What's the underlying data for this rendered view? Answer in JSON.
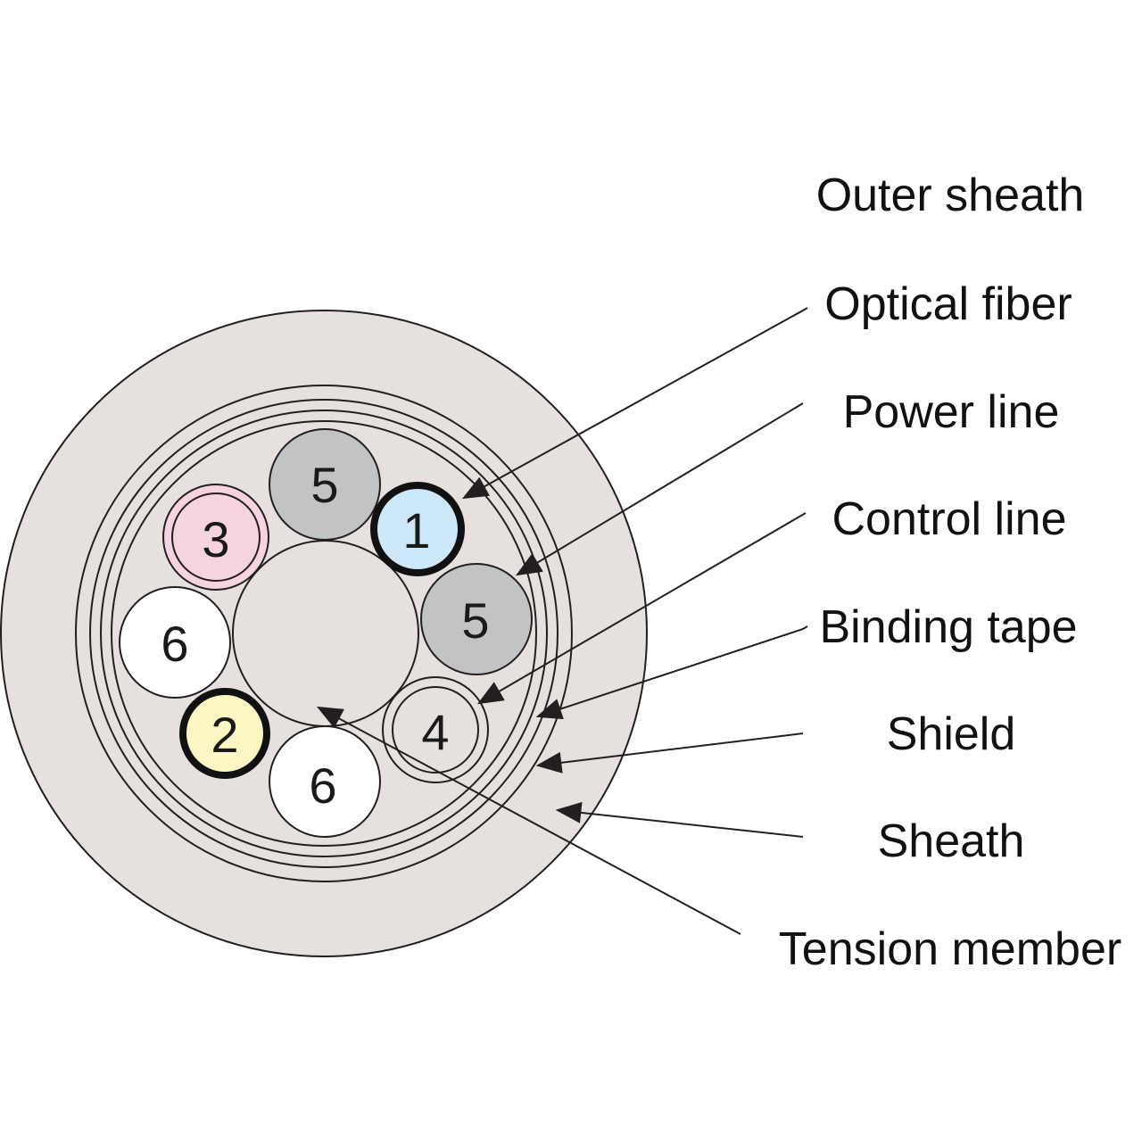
{
  "colors": {
    "sheath_fill": "#e6e1df",
    "outline": "#231f20",
    "optical_fiber": "#cde9f9",
    "power_line": "#c2c3c5",
    "control_line": "#e6e1df",
    "core_3": "#f6d3e1",
    "core_2": "#fbf6c3",
    "core_6": "#ffffff",
    "background": "#ffffff"
  },
  "cores": [
    {
      "id": "core-5-top",
      "number": "5",
      "type": "power_line"
    },
    {
      "id": "core-1",
      "number": "1",
      "type": "optical_fiber"
    },
    {
      "id": "core-5-right",
      "number": "5",
      "type": "power_line"
    },
    {
      "id": "core-4",
      "number": "4",
      "type": "control_line"
    },
    {
      "id": "core-6-bottom",
      "number": "6",
      "type": "white"
    },
    {
      "id": "core-2",
      "number": "2",
      "type": "yellow"
    },
    {
      "id": "core-6-left",
      "number": "6",
      "type": "white"
    },
    {
      "id": "core-3",
      "number": "3",
      "type": "pink"
    }
  ],
  "labels": {
    "outer_sheath": "Outer sheath",
    "optical_fiber": "Optical fiber",
    "power_line": "Power line",
    "control_line": "Control line",
    "binding_tape": "Binding tape",
    "shield": "Shield",
    "sheath": "Sheath",
    "tension_member": "Tension member"
  }
}
